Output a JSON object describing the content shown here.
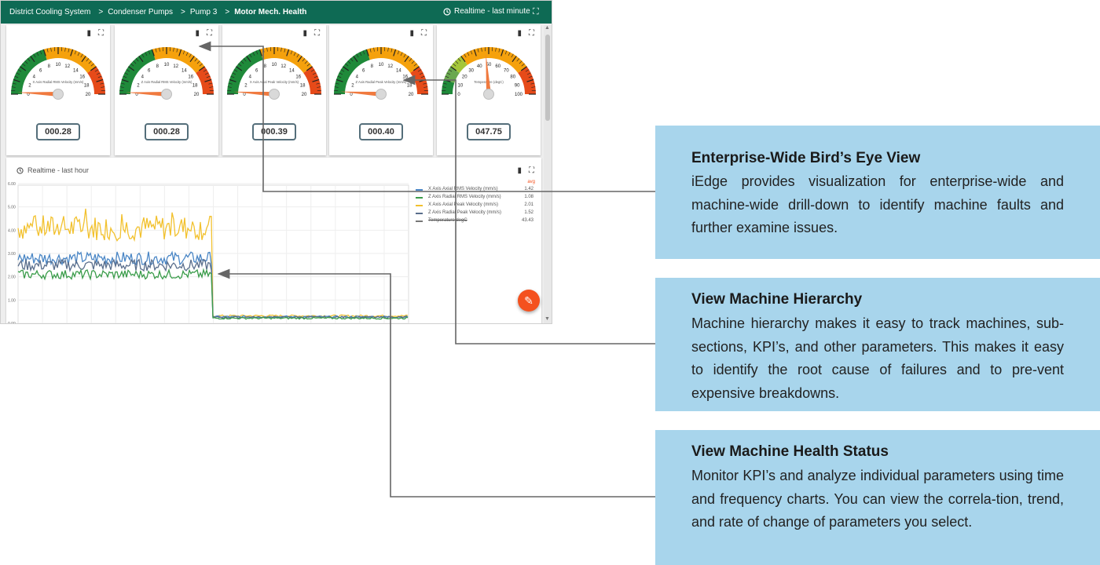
{
  "header": {
    "breadcrumbs": [
      "District Cooling System",
      "Condenser Pumps",
      "Pump 3",
      "Motor Mech. Health"
    ],
    "separator": ">",
    "realtime_label": "Realtime - last minute"
  },
  "gauges": [
    {
      "label": "X Axis Radial RMS Velocity (mm/s)",
      "ticks": [
        "0",
        "2",
        "4",
        "6",
        "8",
        "10",
        "12",
        "14",
        "16",
        "18",
        "20"
      ],
      "min": 0,
      "max": 20,
      "value": 0.28,
      "readout": "000.28"
    },
    {
      "label": "Z Axis Radial RMS Velocity (mm/s)",
      "ticks": [
        "0",
        "2",
        "4",
        "6",
        "8",
        "10",
        "12",
        "14",
        "16",
        "18",
        "20"
      ],
      "min": 0,
      "max": 20,
      "value": 0.28,
      "readout": "000.28"
    },
    {
      "label": "X Axis Axial Peak Velocity (mm/s)",
      "ticks": [
        "0",
        "2",
        "4",
        "6",
        "8",
        "10",
        "12",
        "14",
        "16",
        "18",
        "20"
      ],
      "min": 0,
      "max": 20,
      "value": 0.39,
      "readout": "000.39"
    },
    {
      "label": "Z Axis Radial Peak Velocity (mm/s)",
      "ticks": [
        "0",
        "2",
        "4",
        "6",
        "8",
        "10",
        "12",
        "14",
        "16",
        "18",
        "20"
      ],
      "min": 0,
      "max": 20,
      "value": 0.4,
      "readout": "000.40"
    },
    {
      "label": "Temperature (degC)",
      "ticks": [
        "0",
        "10",
        "20",
        "30",
        "40",
        "50",
        "60",
        "70",
        "80",
        "90",
        "100"
      ],
      "min": 0,
      "max": 100,
      "value": 47.75,
      "readout": "047.75"
    }
  ],
  "trend": {
    "title": "Realtime - last hour",
    "avg_label": "avg",
    "yticks": [
      "6.00",
      "5.00",
      "4.00",
      "3.00",
      "2.00",
      "1.00",
      "0.00"
    ],
    "legend": [
      {
        "name": "X Axis Axial RMS Velocity (mm/s)",
        "value": "1.42",
        "color": "#4a86c5"
      },
      {
        "name": "Z Axis Radial RMS Velocity (mm/s)",
        "value": "1.08",
        "color": "#3a9c4a"
      },
      {
        "name": "X Axis Axial Peak Velocity (mm/s)",
        "value": "2.01",
        "color": "#f2c12e"
      },
      {
        "name": "Z Axis Radial Peak Velocity (mm/s)",
        "value": "1.52",
        "color": "#5a6e8c"
      },
      {
        "name": "Temperature degC",
        "value": "43.43",
        "color": "#777777",
        "struck": true
      }
    ]
  },
  "chart_data": {
    "type": "line",
    "ylim": [
      0,
      6
    ],
    "series": [
      {
        "name": "X Axis Axial Peak Velocity (mm/s)",
        "level_before": 4.1,
        "level_after": 0.32
      },
      {
        "name": "X Axis Axial RMS Velocity (mm/s)",
        "level_before": 2.8,
        "level_after": 0.28
      },
      {
        "name": "Z Axis Radial Peak Velocity (mm/s)",
        "level_before": 2.5,
        "level_after": 0.26
      },
      {
        "name": "Z Axis Radial RMS Velocity (mm/s)",
        "level_before": 2.1,
        "level_after": 0.22
      }
    ]
  },
  "panels": [
    {
      "title": "Enterprise-Wide Bird’s Eye View",
      "body": "iEdge provides visualization for enterprise-wide and machine-wide drill-down to identify machine faults and further examine issues."
    },
    {
      "title": "View Machine Hierarchy",
      "body": "Machine hierarchy makes it easy to track machines, sub-sections, KPI’s, and other parameters. This makes it easy to identify the root cause of failures and to pre-vent expensive breakdowns."
    },
    {
      "title": "View Machine Health Status",
      "body": "Monitor KPI’s and analyze individual parameters using time and frequency charts. You can view the correla-tion, trend, and rate of change of parameters you select."
    }
  ],
  "icons": {
    "clock": "clock-icon",
    "export": "file-export-icon",
    "fullscreen": "fullscreen-icon",
    "edit": "pencil-icon"
  },
  "colors": {
    "header": "#0e6a54",
    "panel": "#a8d5ec",
    "fab": "#f4511e",
    "gauge_green": "#1f8a3a",
    "gauge_orange": "#f5a10c",
    "gauge_red": "#e64a19"
  }
}
